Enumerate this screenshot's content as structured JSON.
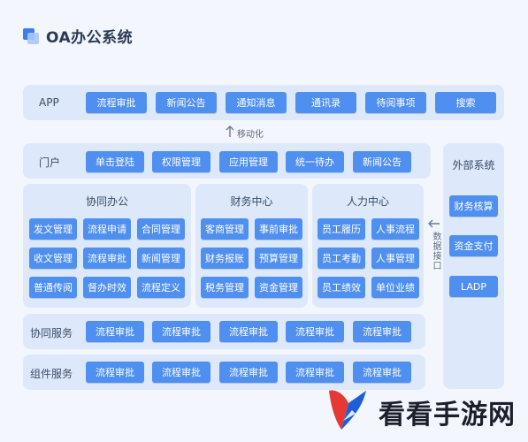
{
  "title": "OA办公系统",
  "app": {
    "label": "APP",
    "items": [
      "流程审批",
      "新闻公告",
      "通知消息",
      "通讯录",
      "待阅事项",
      "搜索"
    ]
  },
  "mobile_label": "移动化",
  "portal": {
    "label": "门户",
    "items": [
      "单击登陆",
      "权限管理",
      "应用管理",
      "统一待办",
      "新闻公告"
    ]
  },
  "external": {
    "title": "外部系统",
    "items": [
      "财务核算",
      "资金支付",
      "LADP"
    ]
  },
  "data_interface_label": "数据接口",
  "sections": {
    "collab": {
      "title": "协同办公",
      "items": [
        "发文管理",
        "流程申请",
        "合同管理",
        "收文管理",
        "流程审批",
        "新闻管理",
        "普通传阅",
        "督办时效",
        "流程定义"
      ]
    },
    "finance": {
      "title": "财务中心",
      "items": [
        "客商管理",
        "事前审批",
        "财务报账",
        "预算管理",
        "税务管理",
        "资金管理"
      ]
    },
    "hr": {
      "title": "人力中心",
      "items": [
        "员工履历",
        "人事流程",
        "员工考勤",
        "人事管理",
        "员工绩效",
        "单位业绩"
      ]
    }
  },
  "collab_service": {
    "label": "协同服务",
    "items": [
      "流程审批",
      "流程审批",
      "流程审批",
      "流程审批",
      "流程审批"
    ]
  },
  "component_service": {
    "label": "组件服务",
    "items": [
      "流程审批",
      "流程审批",
      "流程审批",
      "流程审批",
      "流程审批"
    ]
  },
  "watermark": "看看手游网",
  "colors": {
    "button": "#4f8ff0",
    "panel": "#dde9fb",
    "background": "#f3f7fd",
    "accent": "#3d7df0"
  }
}
